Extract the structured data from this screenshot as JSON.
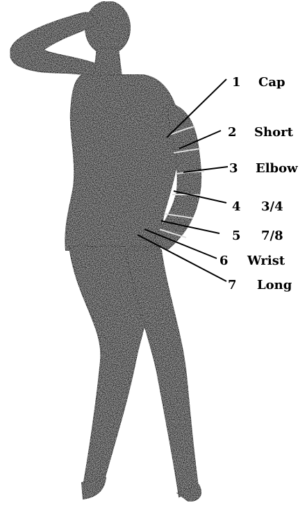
{
  "sleeve_lengths": [
    {
      "number": "1",
      "name": "Cap"
    },
    {
      "number": "2",
      "name": "Short"
    },
    {
      "number": "3",
      "name": "Elbow"
    },
    {
      "number": "4",
      "name": "3/4"
    },
    {
      "number": "5",
      "name": "7/8"
    },
    {
      "number": "6",
      "name": "Wrist"
    },
    {
      "number": "7",
      "name": "Long"
    }
  ]
}
